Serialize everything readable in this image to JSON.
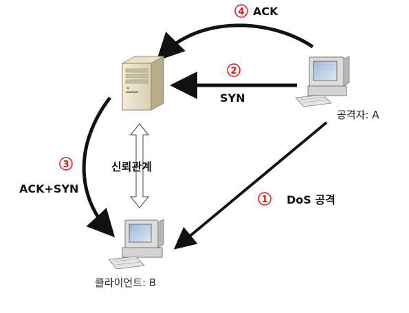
{
  "nodes": {
    "server": {
      "icon": "server-tower-icon"
    },
    "attacker": {
      "icon": "desktop-computer-icon",
      "caption": "공격자: A"
    },
    "client": {
      "icon": "desktop-computer-icon",
      "caption": "클라이언트: B"
    }
  },
  "trust": {
    "label": "신뢰관계"
  },
  "steps": [
    {
      "number": "1",
      "label": "DoS 공격"
    },
    {
      "number": "2",
      "label": "SYN"
    },
    {
      "number": "3",
      "label": "ACK+SYN"
    },
    {
      "number": "4",
      "label": "ACK"
    }
  ],
  "colors": {
    "step_number": "#e11111",
    "arrow": "#111111"
  }
}
